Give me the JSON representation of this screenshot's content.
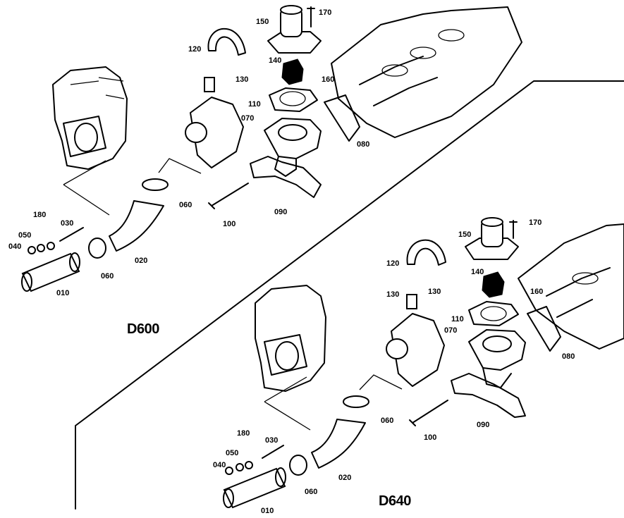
{
  "diagram": {
    "colors": {
      "ink": "#000000",
      "paper": "#ffffff"
    },
    "views": [
      {
        "model": "D600",
        "callouts": [
          "170",
          "150",
          "120",
          "140",
          "130",
          "160",
          "110",
          "070",
          "080",
          "060",
          "100",
          "090",
          "180",
          "030",
          "050",
          "040",
          "060",
          "020",
          "010"
        ]
      },
      {
        "model": "D640",
        "callouts": [
          "170",
          "150",
          "120",
          "140",
          "130",
          "130",
          "160",
          "110",
          "070",
          "080",
          "060",
          "100",
          "090",
          "180",
          "030",
          "050",
          "040",
          "060",
          "020",
          "010"
        ]
      }
    ]
  }
}
